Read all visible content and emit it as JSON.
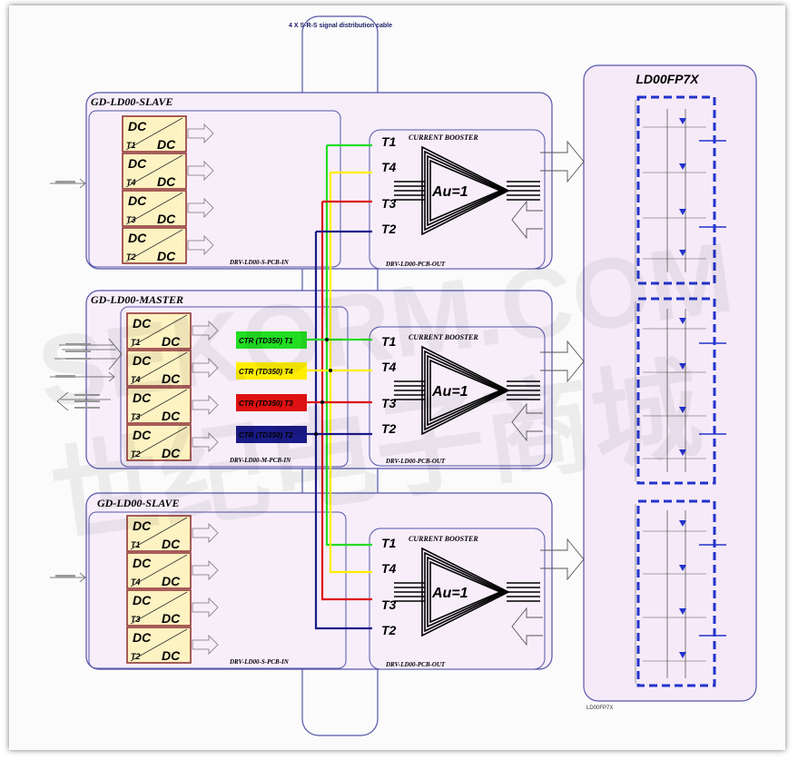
{
  "cable_label": "4 X S-R-S signal distribution cable",
  "module_title": "LD00FP7X",
  "module_caption": "LD00FP7X",
  "dc_top": "DC",
  "dc_bottom": "DC",
  "booster_title": "CURRENT BOOSTER",
  "gain": "Au=1",
  "ctr_text": "CTR (TD350)",
  "blocks": {
    "slave1": {
      "title": "GD-LD00-SLAVE",
      "in_label": "DRV-LD00-S-PCB-IN",
      "out_label": "DRV-LD00-PCB-OUT"
    },
    "master": {
      "title": "GD-LD00-MASTER",
      "in_label": "DRV-LD00-M-PCB-IN",
      "out_label": "DRV-LD00-PCB-OUT"
    },
    "slave2": {
      "title": "GD-LD00-SLAVE",
      "in_label": "DRV-LD00-S-PCB-IN",
      "out_label": "DRV-LD00-PCB-OUT"
    }
  },
  "ctr_rows": [
    {
      "t": "T1",
      "color": "#22dd22"
    },
    {
      "t": "T4",
      "color": "#ffee00"
    },
    {
      "t": "T3",
      "color": "#dd1111"
    },
    {
      "t": "T2",
      "color": "#1a1a88"
    }
  ],
  "booster_rows": [
    "T1",
    "T4",
    "T3",
    "T2"
  ],
  "dc_rows": [
    "T1",
    "T4",
    "T3",
    "T2"
  ],
  "watermark": "SEKORM.COM",
  "watermark_cn": "世纪电子商城"
}
